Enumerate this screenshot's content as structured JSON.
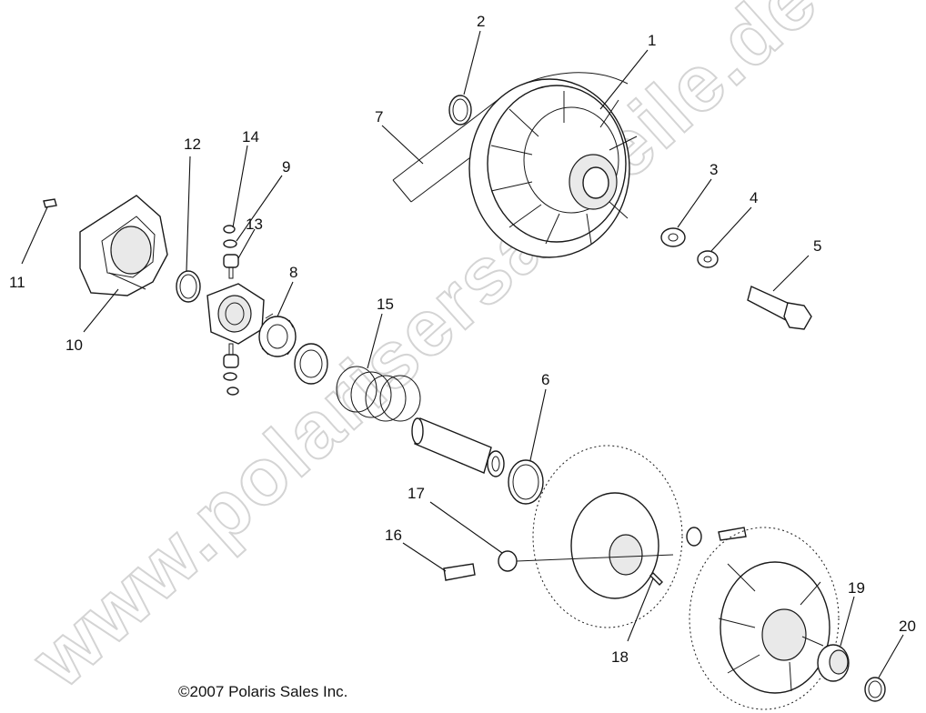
{
  "watermark": "www.polarisersatzteile.de",
  "copyright": "©2007 Polaris Sales Inc.",
  "callouts": {
    "c1": "1",
    "c2": "2",
    "c3": "3",
    "c4": "4",
    "c5": "5",
    "c6": "6",
    "c7": "7",
    "c8": "8",
    "c9": "9",
    "c10": "10",
    "c11": "11",
    "c12": "12",
    "c13": "13",
    "c14": "14",
    "c15": "15",
    "c16": "16",
    "c17": "17",
    "c18": "18",
    "c19": "19",
    "c20": "20"
  }
}
